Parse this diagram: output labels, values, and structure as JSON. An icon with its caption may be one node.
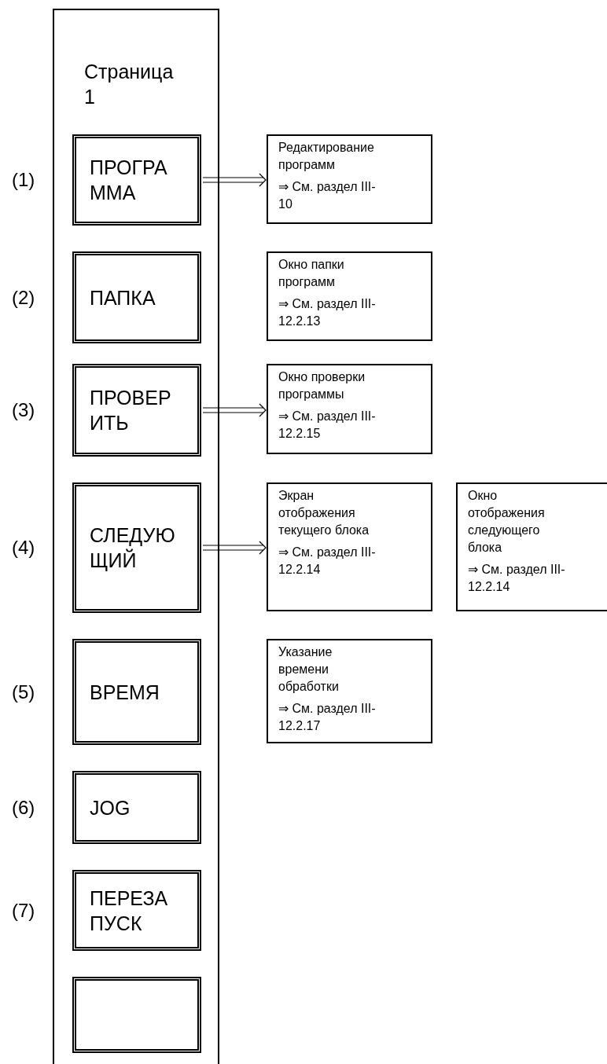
{
  "diagram": {
    "nodes": [
      {
        "text": [
          "Страница 1"
        ]
      },
      {
        "text": [
          "ПРОГРА ММА"
        ],
        "in": 0,
        "beside": [
          "(1)"
        ]
      },
      {
        "text": [
          "ПАПКА"
        ],
        "in": 0,
        "beside": [
          "(2)"
        ]
      },
      {
        "text": [
          "ПРОВЕР ИТЬ"
        ],
        "in": 0,
        "beside": [
          "(3)"
        ]
      },
      {
        "text": [
          "СЛЕДУЮ ЩИЙ"
        ],
        "in": 0,
        "beside": [
          "(4)"
        ]
      },
      {
        "text": [
          "ВРЕМЯ"
        ],
        "in": 0,
        "beside": [
          "(5)"
        ]
      },
      {
        "text": [
          "JOG"
        ],
        "in": 0,
        "beside": [
          "(6)"
        ]
      },
      {
        "text": [
          "ПЕРЕЗА ПУСК"
        ],
        "in": 0,
        "beside": [
          "(7)"
        ]
      },
      {
        "text": [],
        "shape": "box",
        "in": 0
      },
      {
        "text": [
          "Редактирование программ",
          "⇒ См. раздел III-10"
        ]
      },
      {
        "text": [
          "Окно папки программ",
          "⇒ См. раздел III-12.2.13"
        ]
      },
      {
        "text": [
          "Окно проверки программы",
          "⇒ См. раздел III-12.2.15"
        ]
      },
      {
        "text": [
          "Экран отображения текущего блока",
          "⇒ См. раздел III-12.2.14"
        ]
      },
      {
        "text": [
          "Окно отображения следующего блока",
          "⇒ См. раздел III-12.2.14"
        ]
      },
      {
        "text": [
          "Указание времени обработки",
          "⇒ См. раздел III-12.2.17"
        ]
      }
    ],
    "edges": [
      {
        "from": 1,
        "to": 9,
        "arrow": "to"
      },
      {
        "from": 3,
        "to": 11,
        "arrow": "to"
      },
      {
        "from": 4,
        "to": 12,
        "arrow": "to"
      }
    ]
  }
}
